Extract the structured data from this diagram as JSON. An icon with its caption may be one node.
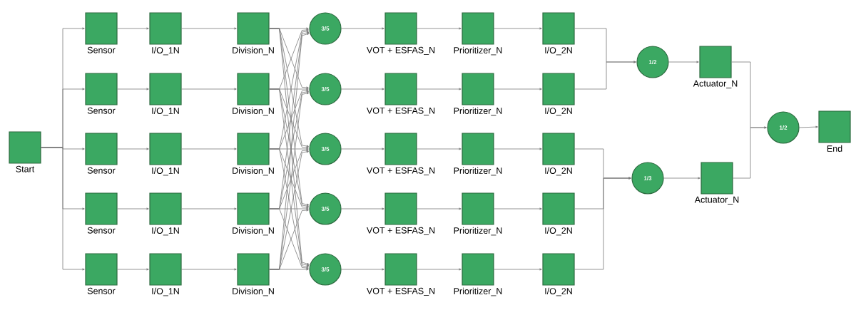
{
  "diagram": {
    "nodes": [
      {
        "text": [
          "Start"
        ]
      },
      {
        "text": [
          "Sensor"
        ]
      },
      {
        "text": [
          "I/O_1N"
        ]
      },
      {
        "text": [
          "Division_N"
        ]
      },
      {
        "text": [
          "3/5"
        ]
      },
      {
        "text": [
          "VOT + ESFAS_N"
        ]
      },
      {
        "text": [
          "Prioritizer_N"
        ]
      },
      {
        "text": [
          "I/O_2N"
        ]
      },
      {
        "text": [
          "Sensor"
        ]
      },
      {
        "text": [
          "I/O_1N"
        ]
      },
      {
        "text": [
          "Division_N"
        ]
      },
      {
        "text": [
          "3/5"
        ]
      },
      {
        "text": [
          "VOT + ESFAS_N"
        ]
      },
      {
        "text": [
          "Prioritizer_N"
        ]
      },
      {
        "text": [
          "I/O_2N"
        ]
      },
      {
        "text": [
          "Sensor"
        ]
      },
      {
        "text": [
          "I/O_1N"
        ]
      },
      {
        "text": [
          "Division_N"
        ]
      },
      {
        "text": [
          "3/5"
        ]
      },
      {
        "text": [
          "VOT + ESFAS_N"
        ]
      },
      {
        "text": [
          "Prioritizer_N"
        ]
      },
      {
        "text": [
          "I/O_2N"
        ]
      },
      {
        "text": [
          "Sensor"
        ]
      },
      {
        "text": [
          "I/O_1N"
        ]
      },
      {
        "text": [
          "Division_N"
        ]
      },
      {
        "text": [
          "3/5"
        ]
      },
      {
        "text": [
          "VOT + ESFAS_N"
        ]
      },
      {
        "text": [
          "Prioritizer_N"
        ]
      },
      {
        "text": [
          "I/O_2N"
        ]
      },
      {
        "text": [
          "Sensor"
        ]
      },
      {
        "text": [
          "I/O_1N"
        ]
      },
      {
        "text": [
          "Division_N"
        ]
      },
      {
        "text": [
          "3/5"
        ]
      },
      {
        "text": [
          "VOT + ESFAS_N"
        ]
      },
      {
        "text": [
          "Prioritizer_N"
        ]
      },
      {
        "text": [
          "I/O_2N"
        ]
      },
      {
        "text": [
          "1/2"
        ]
      },
      {
        "text": [
          "Actuator_N"
        ]
      },
      {
        "text": [
          "1/3"
        ]
      },
      {
        "text": [
          "Actuator_N"
        ]
      },
      {
        "text": [
          "1/2"
        ]
      },
      {
        "text": [
          "End"
        ]
      }
    ],
    "edges": [
      {
        "from": 0,
        "to": 1,
        "arrow": "to"
      },
      {
        "from": 0,
        "to": 8,
        "arrow": "to"
      },
      {
        "from": 0,
        "to": 15,
        "arrow": "to"
      },
      {
        "from": 0,
        "to": 22,
        "arrow": "to"
      },
      {
        "from": 0,
        "to": 29,
        "arrow": "to"
      },
      {
        "from": 1,
        "to": 2,
        "arrow": "to"
      },
      {
        "from": 8,
        "to": 9,
        "arrow": "to"
      },
      {
        "from": 15,
        "to": 16,
        "arrow": "to"
      },
      {
        "from": 22,
        "to": 23,
        "arrow": "to"
      },
      {
        "from": 29,
        "to": 30,
        "arrow": "to"
      },
      {
        "from": 2,
        "to": 3,
        "arrow": "to"
      },
      {
        "from": 9,
        "to": 10,
        "arrow": "to"
      },
      {
        "from": 16,
        "to": 17,
        "arrow": "to"
      },
      {
        "from": 23,
        "to": 24,
        "arrow": "to"
      },
      {
        "from": 30,
        "to": 31,
        "arrow": "to"
      },
      {
        "from": 3,
        "to": 4,
        "arrow": "to"
      },
      {
        "from": 3,
        "to": 11,
        "arrow": "to"
      },
      {
        "from": 3,
        "to": 18,
        "arrow": "to"
      },
      {
        "from": 3,
        "to": 25,
        "arrow": "to"
      },
      {
        "from": 3,
        "to": 32,
        "arrow": "to"
      },
      {
        "from": 10,
        "to": 4,
        "arrow": "to"
      },
      {
        "from": 10,
        "to": 11,
        "arrow": "to"
      },
      {
        "from": 10,
        "to": 18,
        "arrow": "to"
      },
      {
        "from": 10,
        "to": 25,
        "arrow": "to"
      },
      {
        "from": 10,
        "to": 32,
        "arrow": "to"
      },
      {
        "from": 17,
        "to": 4,
        "arrow": "to"
      },
      {
        "from": 17,
        "to": 11,
        "arrow": "to"
      },
      {
        "from": 17,
        "to": 18,
        "arrow": "to"
      },
      {
        "from": 17,
        "to": 25,
        "arrow": "to"
      },
      {
        "from": 17,
        "to": 32,
        "arrow": "to"
      },
      {
        "from": 24,
        "to": 4,
        "arrow": "to"
      },
      {
        "from": 24,
        "to": 11,
        "arrow": "to"
      },
      {
        "from": 24,
        "to": 18,
        "arrow": "to"
      },
      {
        "from": 24,
        "to": 25,
        "arrow": "to"
      },
      {
        "from": 24,
        "to": 32,
        "arrow": "to"
      },
      {
        "from": 31,
        "to": 4,
        "arrow": "to"
      },
      {
        "from": 31,
        "to": 11,
        "arrow": "to"
      },
      {
        "from": 31,
        "to": 18,
        "arrow": "to"
      },
      {
        "from": 31,
        "to": 25,
        "arrow": "to"
      },
      {
        "from": 31,
        "to": 32,
        "arrow": "to"
      },
      {
        "from": 4,
        "to": 5,
        "arrow": "to"
      },
      {
        "from": 11,
        "to": 12,
        "arrow": "to"
      },
      {
        "from": 18,
        "to": 19,
        "arrow": "to"
      },
      {
        "from": 25,
        "to": 26,
        "arrow": "to"
      },
      {
        "from": 32,
        "to": 33,
        "arrow": "to"
      },
      {
        "from": 5,
        "to": 6,
        "arrow": "to"
      },
      {
        "from": 12,
        "to": 13,
        "arrow": "to"
      },
      {
        "from": 19,
        "to": 20,
        "arrow": "to"
      },
      {
        "from": 26,
        "to": 27,
        "arrow": "to"
      },
      {
        "from": 33,
        "to": 34,
        "arrow": "to"
      },
      {
        "from": 6,
        "to": 7,
        "arrow": "to"
      },
      {
        "from": 13,
        "to": 14,
        "arrow": "to"
      },
      {
        "from": 20,
        "to": 21,
        "arrow": "to"
      },
      {
        "from": 27,
        "to": 28,
        "arrow": "to"
      },
      {
        "from": 34,
        "to": 35,
        "arrow": "to"
      },
      {
        "from": 7,
        "to": 36,
        "arrow": "to"
      },
      {
        "from": 14,
        "to": 36,
        "arrow": "to"
      },
      {
        "from": 21,
        "to": 38,
        "arrow": "to"
      },
      {
        "from": 28,
        "to": 38,
        "arrow": "to"
      },
      {
        "from": 35,
        "to": 38,
        "arrow": "to"
      },
      {
        "from": 36,
        "to": 37,
        "arrow": "to"
      },
      {
        "from": 38,
        "to": 39,
        "arrow": "to"
      },
      {
        "from": 37,
        "to": 40,
        "arrow": "to"
      },
      {
        "from": 39,
        "to": 40,
        "arrow": "to"
      },
      {
        "from": 40,
        "to": 41,
        "arrow": "to"
      }
    ]
  }
}
